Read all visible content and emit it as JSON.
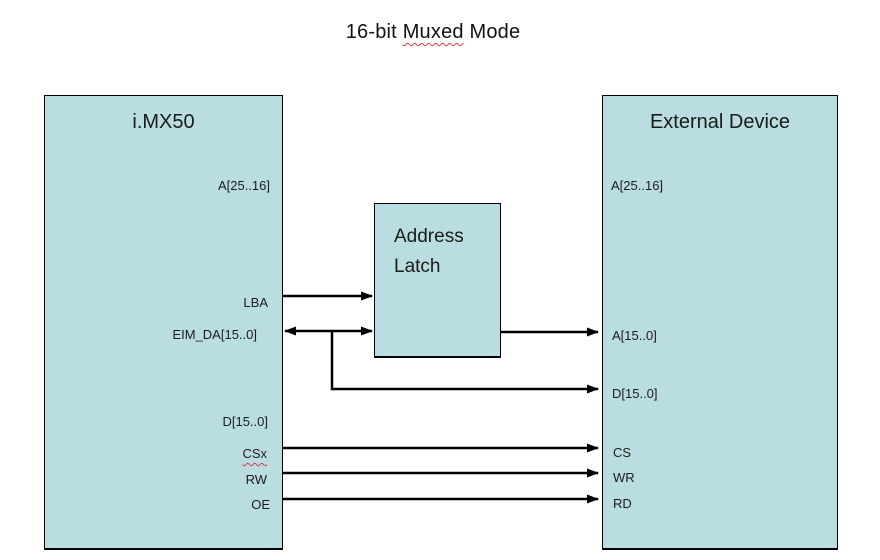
{
  "title": {
    "part1": "16-bit ",
    "misspelled": "Muxed",
    "part2": " Mode"
  },
  "colors": {
    "box_fill": "#badde1",
    "box_border": "#000000",
    "arrow": "#000000",
    "spellcheck_underline": "#d83b3b"
  },
  "mx50": {
    "title": "i.MX50",
    "pins": {
      "a_high": "A[25..16]",
      "lba": "LBA",
      "eim_da": "EIM_DA[15..0]",
      "d": "D[15..0]",
      "csx": "CSx",
      "rw": "RW",
      "oe": "OE"
    }
  },
  "latch": {
    "title_line1": "Address",
    "title_line2": "Latch"
  },
  "external": {
    "title": "External Device",
    "pins": {
      "a_high": "A[25..16]",
      "a": "A[15..0]",
      "d": "D[15..0]",
      "cs": "CS",
      "wr": "WR",
      "rd": "RD"
    }
  },
  "connections": [
    {
      "signal": "LBA",
      "from": "i.MX50",
      "to": "Address Latch",
      "direction": "right"
    },
    {
      "signal": "EIM_DA[15..0]",
      "from": "i.MX50",
      "to": "Address Latch",
      "direction": "bidirectional"
    },
    {
      "signal": "EIM_DA[15..0]",
      "from": "i.MX50",
      "to": "External Device D[15..0]",
      "direction": "right"
    },
    {
      "signal": "A[15..0]",
      "from": "Address Latch",
      "to": "External Device",
      "direction": "right"
    },
    {
      "signal": "CSx",
      "from": "i.MX50",
      "to": "External Device CS",
      "direction": "right"
    },
    {
      "signal": "RW",
      "from": "i.MX50",
      "to": "External Device WR",
      "direction": "right"
    },
    {
      "signal": "OE",
      "from": "i.MX50",
      "to": "External Device RD",
      "direction": "right"
    }
  ]
}
